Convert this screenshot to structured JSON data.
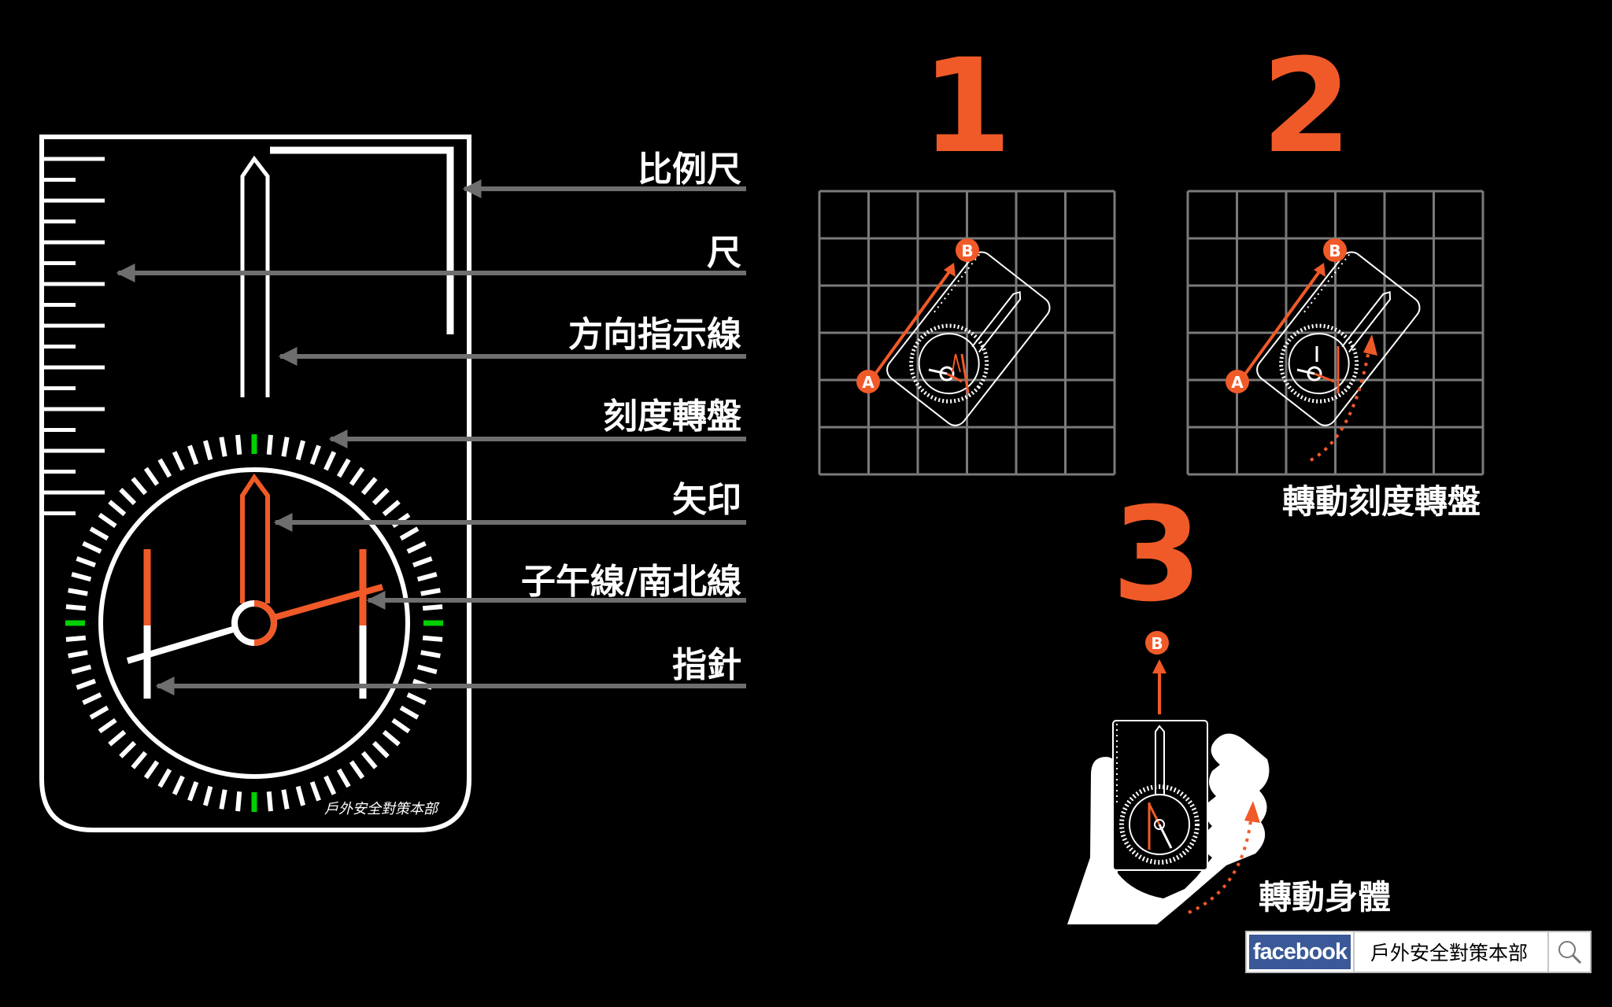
{
  "labels": {
    "scale": "比例尺",
    "ruler": "尺",
    "direction_line": "方向指示線",
    "dial": "刻度轉盤",
    "arrow": "矢印",
    "meridian": "子午線/南北線",
    "needle": "指針"
  },
  "brand_stamp": "戶外安全對策本部",
  "steps": {
    "step1": {
      "number": "1",
      "point_a": "A",
      "point_b": "B"
    },
    "step2": {
      "number": "2",
      "point_a": "A",
      "point_b": "B",
      "caption": "轉動刻度轉盤"
    },
    "step3": {
      "number": "3",
      "point_b": "B",
      "caption": "轉動身體"
    }
  },
  "facebook_bar": {
    "logo_text": "facebook",
    "page_name": "戶外安全對策本部",
    "search_icon": "search-icon"
  },
  "colors": {
    "accent_orange": "#f05a28",
    "arrow_gray": "#6e6e6e",
    "tick_green": "#00d000",
    "grid_gray": "#7a7a7a"
  }
}
